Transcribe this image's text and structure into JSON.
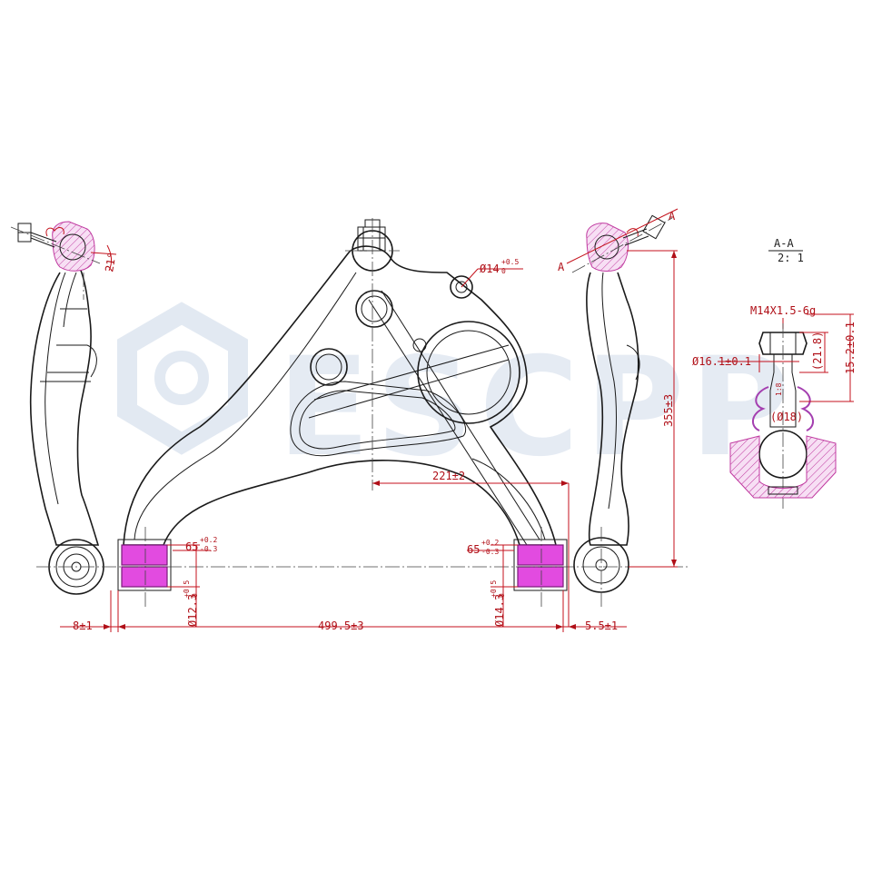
{
  "watermark": "ESCPP",
  "section_title": "A-A",
  "section_scale": "2: 1",
  "section_marker_left": "A",
  "section_marker_right": "A",
  "dimensions": {
    "bushing_length_left": "65",
    "bushing_length_left_tol_up": "+0.2",
    "bushing_length_left_tol_down": "-0.3",
    "bushing_length_right": "65",
    "bushing_length_right_tol_up": "+0.2",
    "bushing_length_right_tol_down": "-0.3",
    "bore_left": "Ø12.3",
    "bore_left_tol_up": "+0.5",
    "bore_left_tol_down": "0",
    "bore_right": "Ø14.3",
    "bore_right_tol_up": "+0.5",
    "bore_right_tol_down": "0",
    "offset_left": "8±1",
    "span": "499.5±3",
    "offset_right": "5.5±1",
    "ball_offset": "221±2",
    "height": "355±3",
    "hole_dia": "Ø14",
    "hole_dia_tol_up": "+0.5",
    "hole_dia_tol_down": "0",
    "angle": "21°",
    "thread": "M14X1.5-6g",
    "taper_dia": "Ø16.1±0.1",
    "taper_len": "(21.8)",
    "stud_height": "15.2±0.1",
    "ball_dia": "(Ø18)",
    "taper_ratio": "1:8"
  }
}
